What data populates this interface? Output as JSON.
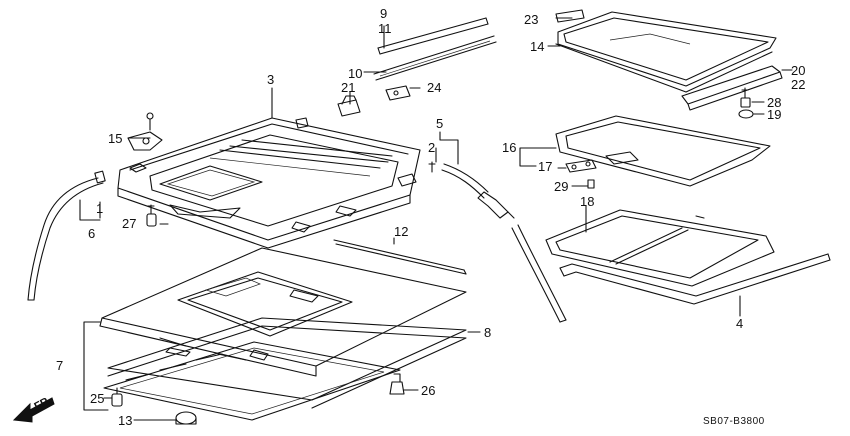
{
  "diagram": {
    "part_labels": [
      {
        "id": "p1",
        "text": "1"
      },
      {
        "id": "p2",
        "text": "2"
      },
      {
        "id": "p3",
        "text": "3"
      },
      {
        "id": "p4",
        "text": "4"
      },
      {
        "id": "p5",
        "text": "5"
      },
      {
        "id": "p6",
        "text": "6"
      },
      {
        "id": "p7",
        "text": "7"
      },
      {
        "id": "p8",
        "text": "8"
      },
      {
        "id": "p9",
        "text": "9"
      },
      {
        "id": "p10",
        "text": "10"
      },
      {
        "id": "p11",
        "text": "11"
      },
      {
        "id": "p12",
        "text": "12"
      },
      {
        "id": "p13",
        "text": "13"
      },
      {
        "id": "p14",
        "text": "14"
      },
      {
        "id": "p15",
        "text": "15"
      },
      {
        "id": "p16",
        "text": "16"
      },
      {
        "id": "p17",
        "text": "17"
      },
      {
        "id": "p18",
        "text": "18"
      },
      {
        "id": "p19",
        "text": "19"
      },
      {
        "id": "p20",
        "text": "20"
      },
      {
        "id": "p21",
        "text": "21"
      },
      {
        "id": "p22",
        "text": "22"
      },
      {
        "id": "p23",
        "text": "23"
      },
      {
        "id": "p24",
        "text": "24"
      },
      {
        "id": "p25",
        "text": "25"
      },
      {
        "id": "p26",
        "text": "26"
      },
      {
        "id": "p27",
        "text": "27"
      },
      {
        "id": "p28",
        "text": "28"
      },
      {
        "id": "p29",
        "text": "29"
      }
    ],
    "front_arrow_label": "FR.",
    "diagram_code": "SB07-B3800"
  }
}
